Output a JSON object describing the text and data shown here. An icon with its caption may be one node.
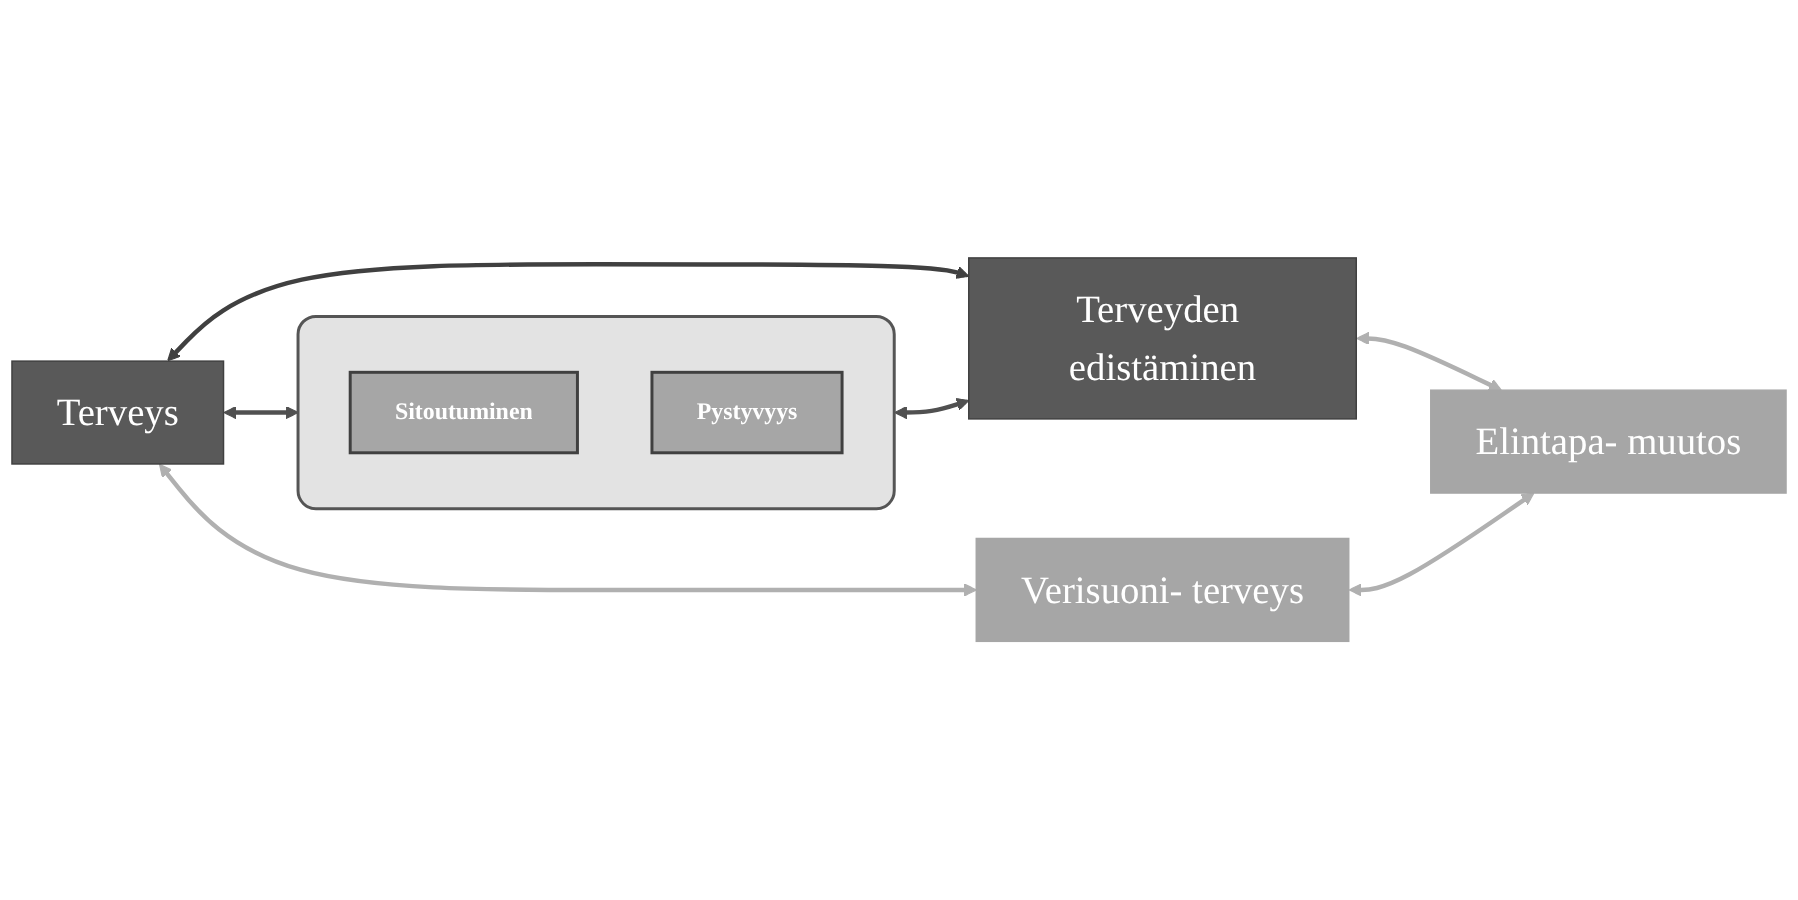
{
  "diagram": {
    "nodes": [
      {
        "text": [
          "Terveys"
        ]
      },
      {
        "text": [],
        "shape": "box"
      },
      {
        "text": [
          "Sitoutuminen"
        ],
        "in": 1
      },
      {
        "text": [
          "Pystyvyys"
        ],
        "in": 1
      },
      {
        "text": [
          "Terveyden edistäminen"
        ]
      },
      {
        "text": [
          "Verisuoni- terveys"
        ]
      },
      {
        "text": [
          "Elintapa- muutos"
        ]
      }
    ],
    "edges": [
      {
        "from": 0,
        "to": 4,
        "arrow": "both",
        "color": "#404040"
      },
      {
        "from": 0,
        "to": 1,
        "arrow": "both",
        "color": "#505050"
      },
      {
        "from": 1,
        "to": 4,
        "arrow": "both",
        "color": "#505050"
      },
      {
        "from": 0,
        "to": 5,
        "arrow": "both",
        "color": "#b0b0b0"
      },
      {
        "from": 4,
        "to": 6,
        "arrow": "both",
        "color": "#b0b0b0"
      },
      {
        "from": 5,
        "to": 6,
        "arrow": "both",
        "color": "#b0b0b0"
      }
    ]
  }
}
